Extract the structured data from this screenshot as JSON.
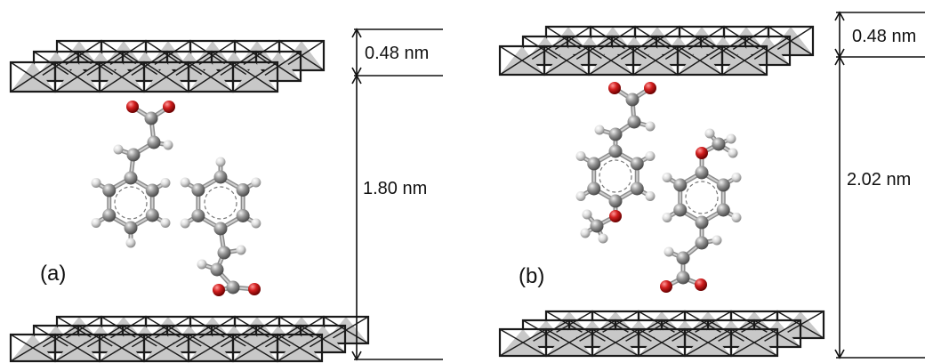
{
  "panels": [
    {
      "label": "(a)",
      "layer_thickness": "0.48 nm",
      "gallery_height": "1.80 nm",
      "molecule": "cinnamate"
    },
    {
      "label": "(b)",
      "layer_thickness": "0.48 nm",
      "gallery_height": "2.02 nm",
      "molecule": "4-methoxycinnamate"
    }
  ],
  "colors": {
    "carbon": "#8c8c8c",
    "hydrogen": "#d9d9d9",
    "oxygen": "#cc1f1f",
    "octahedron_fill": "#c8c8c8",
    "octahedron_edge": "#1a1a1a"
  }
}
